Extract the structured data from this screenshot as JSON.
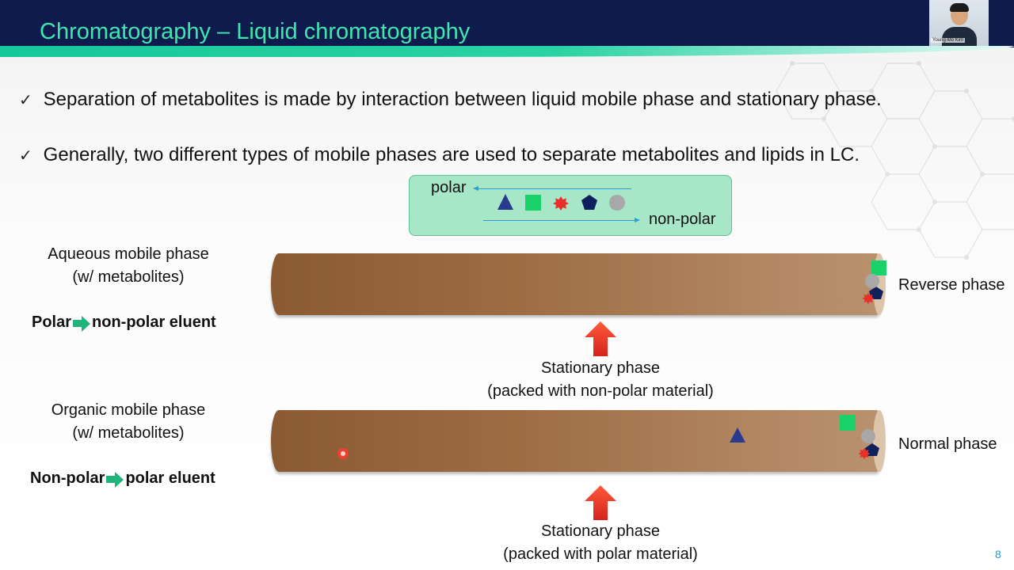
{
  "slide": {
    "title": "Chromatography – Liquid chromatography",
    "page_number": "8",
    "webcam_name": "Young-Mo Kim"
  },
  "bullets": [
    {
      "check": "✓",
      "text": "Separation of metabolites is made by interaction between liquid mobile phase and stationary phase."
    },
    {
      "check": "✓",
      "text": "Generally, two different types of mobile phases are used to separate metabolites and lipids in LC."
    }
  ],
  "legend": {
    "polar_label": "polar",
    "nonpolar_label": "non-polar",
    "shapes": [
      {
        "name": "triangle-icon",
        "color": "#2a3a8c"
      },
      {
        "name": "square-icon",
        "color": "#19d36a"
      },
      {
        "name": "starburst-icon",
        "color": "#e8302a"
      },
      {
        "name": "pentagon-icon",
        "color": "#0d1f5c"
      },
      {
        "name": "circle-icon",
        "color": "#a8a8a8"
      }
    ]
  },
  "reverse": {
    "mobile_phase_line1": "Aqueous mobile phase",
    "mobile_phase_line2": "(w/ metabolites)",
    "eluent_left": "Polar",
    "eluent_right": "non-polar eluent",
    "phase_label": "Reverse phase",
    "stationary_line1": "Stationary phase",
    "stationary_line2": "(packed with non-polar material)"
  },
  "normal": {
    "mobile_phase_line1": "Organic mobile phase",
    "mobile_phase_line2": "(w/ metabolites)",
    "eluent_left": "Non-polar",
    "eluent_right": "polar eluent",
    "phase_label": "Normal phase",
    "stationary_line1": "Stationary phase",
    "stationary_line2": "(packed with polar material)"
  },
  "colors": {
    "title_bar": "#0f1b4c",
    "title_text": "#3ee6b0",
    "accent_green": "#20b47a",
    "arrow_red": "#e8302a",
    "legend_box": "#a8e6c8",
    "column_brown": "#9d6c43"
  }
}
